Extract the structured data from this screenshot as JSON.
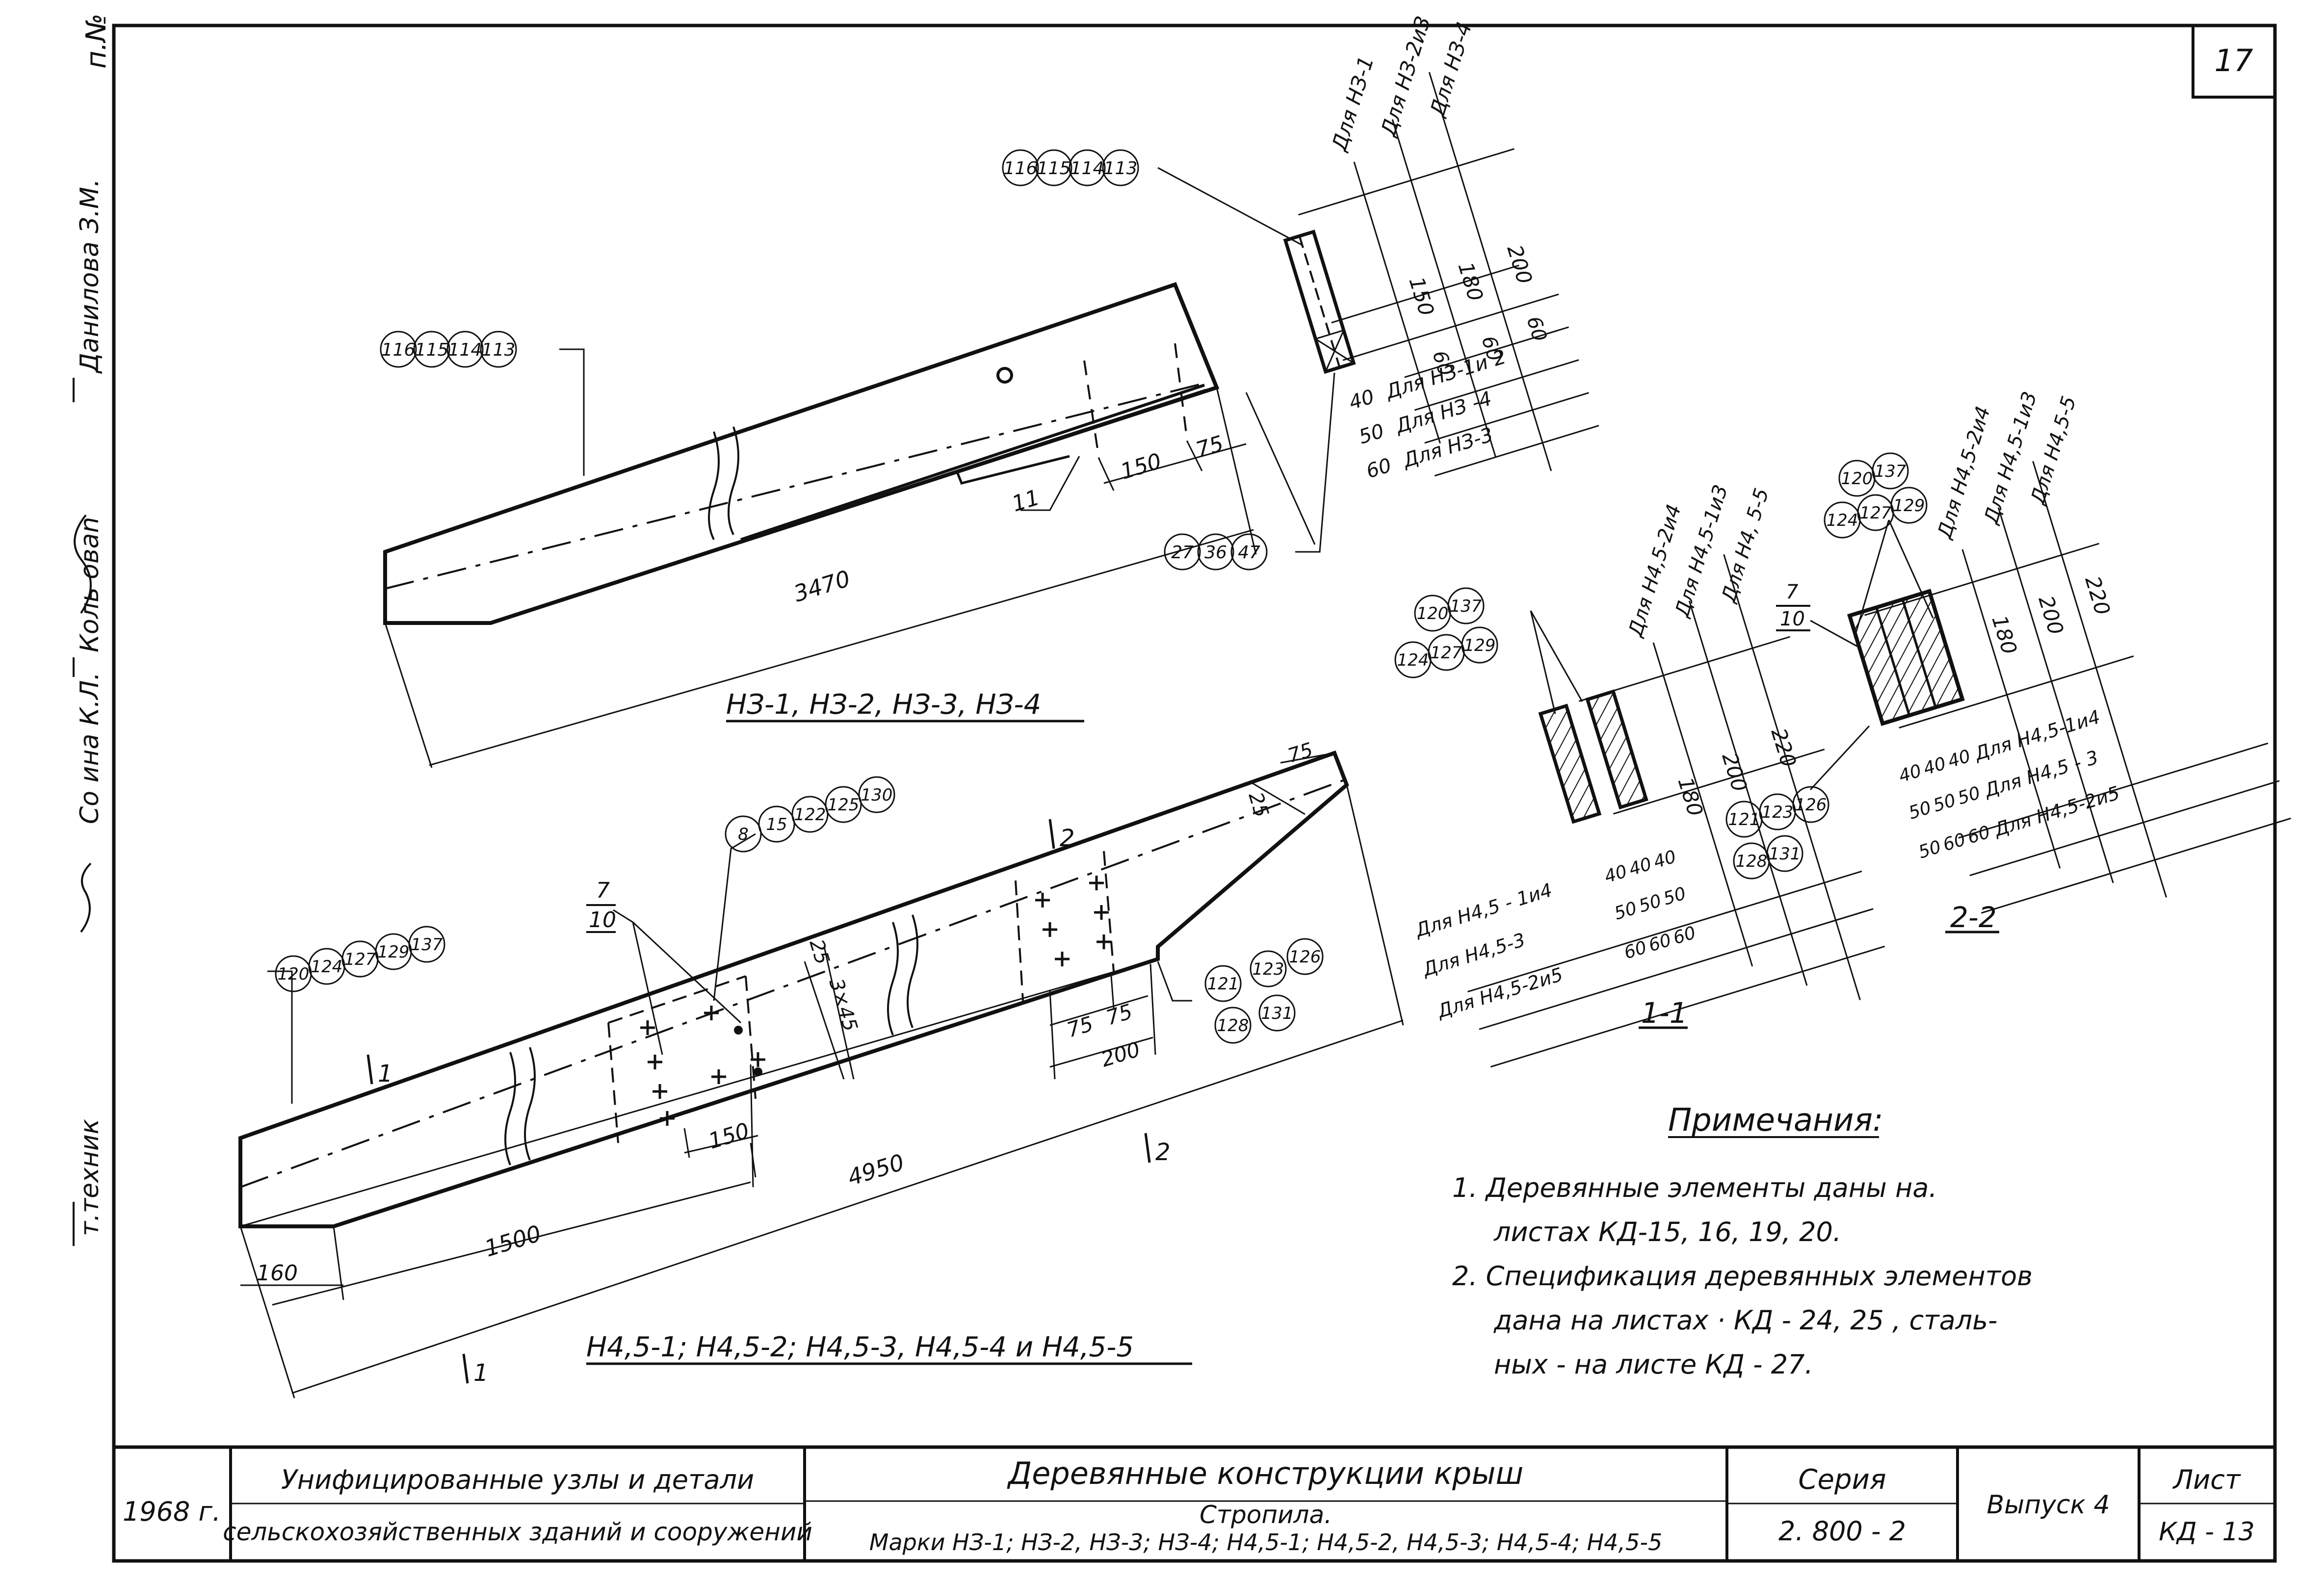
{
  "sheet_number": "17",
  "left_strip": {
    "doc_no": "п.№",
    "roles": [
      "т.техник",
      "Со ина К.Л.",
      "Коль оваn",
      "Данилова З.М."
    ]
  },
  "beam_nz": {
    "callout_top": [
      "116",
      "115",
      "114",
      "113"
    ],
    "callout_section": [
      "116",
      "115",
      "114",
      "113"
    ],
    "callout_bottom": [
      "27",
      "36",
      "47"
    ],
    "part_11": "11",
    "dims": {
      "length": "3470",
      "d150": "150",
      "d75": "75"
    },
    "caption": "НЗ-1, НЗ-2, НЗ-3, НЗ-4",
    "section_side": {
      "labels": [
        "Для НЗ-1",
        "Для НЗ-2и3",
        "Для НЗ-4"
      ],
      "heights": [
        "150",
        "180",
        "200"
      ],
      "d60a": "60",
      "d60b": "60",
      "d60c": "60"
    },
    "section_bottom": {
      "rows": [
        {
          "w": "40",
          "label": "Для НЗ-1и 2"
        },
        {
          "w": "50",
          "label": "Для НЗ -4"
        },
        {
          "w": "60",
          "label": "Для НЗ-3"
        }
      ]
    }
  },
  "beam_n45": {
    "callout_left": [
      "120",
      "124",
      "127",
      "129",
      "137"
    ],
    "callout_top": [
      "8",
      "15",
      "122",
      "125",
      "130"
    ],
    "callout_right": [
      "121",
      "123",
      "126",
      "128",
      "131"
    ],
    "marker_7": "7",
    "marker_10": "10",
    "cut1": "1",
    "cut2": "2",
    "dims": {
      "length": "4950",
      "d1500": "1500",
      "d160": "160",
      "d150": "150",
      "d25a": "25",
      "d25b": "25",
      "d3x45": "3×45",
      "d75a": "75",
      "d75b": "75",
      "d75c": "75",
      "d200": "200"
    },
    "caption": "Н4,5-1; Н4,5-2; Н4,5-3, Н4,5-4 и Н4,5-5"
  },
  "section_1_1": {
    "title": "1-1",
    "callout": [
      "120",
      "137",
      "124",
      "127",
      "129"
    ],
    "side_labels": [
      "Для Н4,5-2и4",
      "Для Н4,5-1и3",
      "Для Н4, 5-5"
    ],
    "heights": [
      "180",
      "200",
      "220"
    ],
    "rows": [
      {
        "label": "Для Н4,5 - 1и4",
        "w": [
          "40",
          "40",
          "40"
        ]
      },
      {
        "label": "Для Н4,5-3",
        "w": [
          "50",
          "50",
          "50"
        ]
      },
      {
        "label": "Для Н4,5-2и5",
        "w": [
          "60",
          "60",
          "60"
        ]
      }
    ]
  },
  "section_2_2": {
    "title": "2-2",
    "callout_top": [
      "120",
      "137",
      "124",
      "127",
      "129"
    ],
    "callout_bottom": [
      "121",
      "123",
      "126",
      "128",
      "131"
    ],
    "marker_7": "7",
    "marker_10": "10",
    "side_labels": [
      "Для Н4,5-2и4",
      "Для Н4,5-1и3",
      "Для Н4,5-5"
    ],
    "heights": [
      "180",
      "200",
      "220"
    ],
    "rows": [
      {
        "label": "Для Н4,5-1и4",
        "w": [
          "40",
          "40",
          "40"
        ]
      },
      {
        "label": "Для Н4,5 - 3",
        "w": [
          "50",
          "50",
          "50"
        ]
      },
      {
        "label": "Для Н4,5-2и5",
        "w": [
          "50",
          "60",
          "60"
        ]
      }
    ]
  },
  "notes": {
    "title": "Примечания:",
    "items": [
      "1. Деревянные элементы даны на.",
      "листах КД-15, 16, 19, 20.",
      "2. Спецификация деревянных элементов",
      "дана на листах · КД - 24, 25 , сталь-",
      "ных - на листе КД - 27."
    ]
  },
  "title_block": {
    "year": "1968 г.",
    "series_title_1": "Унифицированные узлы и детали",
    "series_title_2": "сельскохозяйственных зданий и сооружений",
    "main_title": "Деревянные конструкции крыш",
    "subtitle": "Стропила.",
    "marks": "Марки НЗ-1; НЗ-2, НЗ-3; НЗ-4; Н4,5-1; Н4,5-2, Н4,5-3; Н4,5-4; Н4,5-5",
    "series_label": "Серия",
    "series_value": "2. 800 - 2",
    "issue": "Выпуск 4",
    "sheet_label": "Лист",
    "sheet_value": "КД - 13"
  }
}
